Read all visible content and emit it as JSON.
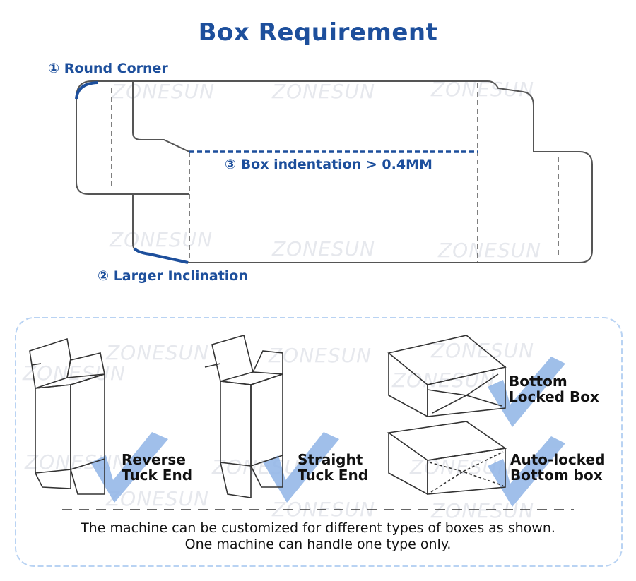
{
  "title": "Box Requirement",
  "callouts": {
    "round_corner": "① Round Corner",
    "larger_inclination": "② Larger Inclination",
    "indentation": "③ Box indentation > 0.4MM"
  },
  "box_types": [
    {
      "line1": "Reverse",
      "line2": "Tuck End"
    },
    {
      "line1": "Straight",
      "line2": "Tuck End"
    },
    {
      "line1": "Bottom",
      "line2": "Locked Box"
    },
    {
      "line1": "Auto-locked",
      "line2": "Bottom box"
    }
  ],
  "caption": {
    "line1": "The machine can be customized for different types of boxes as shown.",
    "line2": "One machine can handle one type only."
  },
  "watermark": "ZONESUN",
  "colors": {
    "accent": "#1d4f9c",
    "check": "#8fb4e6",
    "outline": "#555555",
    "panel_border": "#b9d3f3"
  }
}
